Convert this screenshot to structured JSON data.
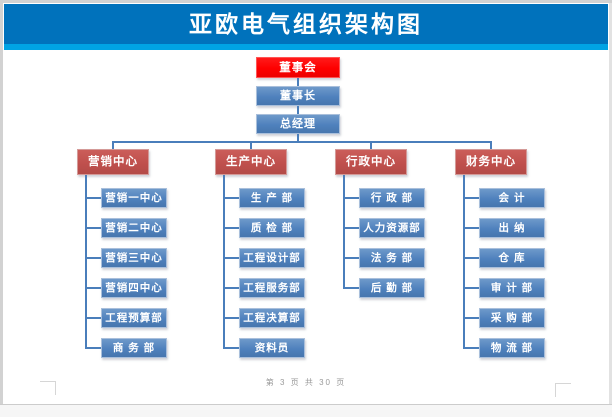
{
  "page": {
    "title": "亚欧电气组织架构图",
    "footer": "第 3 页 共 30 页"
  },
  "chart": {
    "type": "org-hierarchy",
    "root": {
      "label": "董事会"
    },
    "level2": {
      "label": "董事长"
    },
    "level3": {
      "label": "总经理"
    },
    "columns": [
      {
        "header": "营销中心",
        "children": [
          "营销一中心",
          "营销二中心",
          "营销三中心",
          "营销四中心",
          "工程预算部",
          "商 务 部"
        ]
      },
      {
        "header": "生产中心",
        "children": [
          "生 产 部",
          "质 检 部",
          "工程设计部",
          "工程服务部",
          "工程决算部",
          "资料员"
        ]
      },
      {
        "header": "行政中心",
        "children": [
          "行 政 部",
          "人力资源部",
          "法 务 部",
          "后 勤 部"
        ]
      },
      {
        "header": "财务中心",
        "children": [
          "会 计",
          "出 纳",
          "仓 库",
          "审 计 部",
          "采 购 部",
          "物 流 部"
        ]
      }
    ],
    "colors": {
      "banner_blue": "#0072bc",
      "banner_stripe": "#00a3e4",
      "root_red": "#fe0000",
      "header_red": "#c0504d",
      "node_blue": "#4f81bd",
      "connector_blue": "#4a7ebb",
      "footer_gray": "#9a9a9a"
    }
  }
}
